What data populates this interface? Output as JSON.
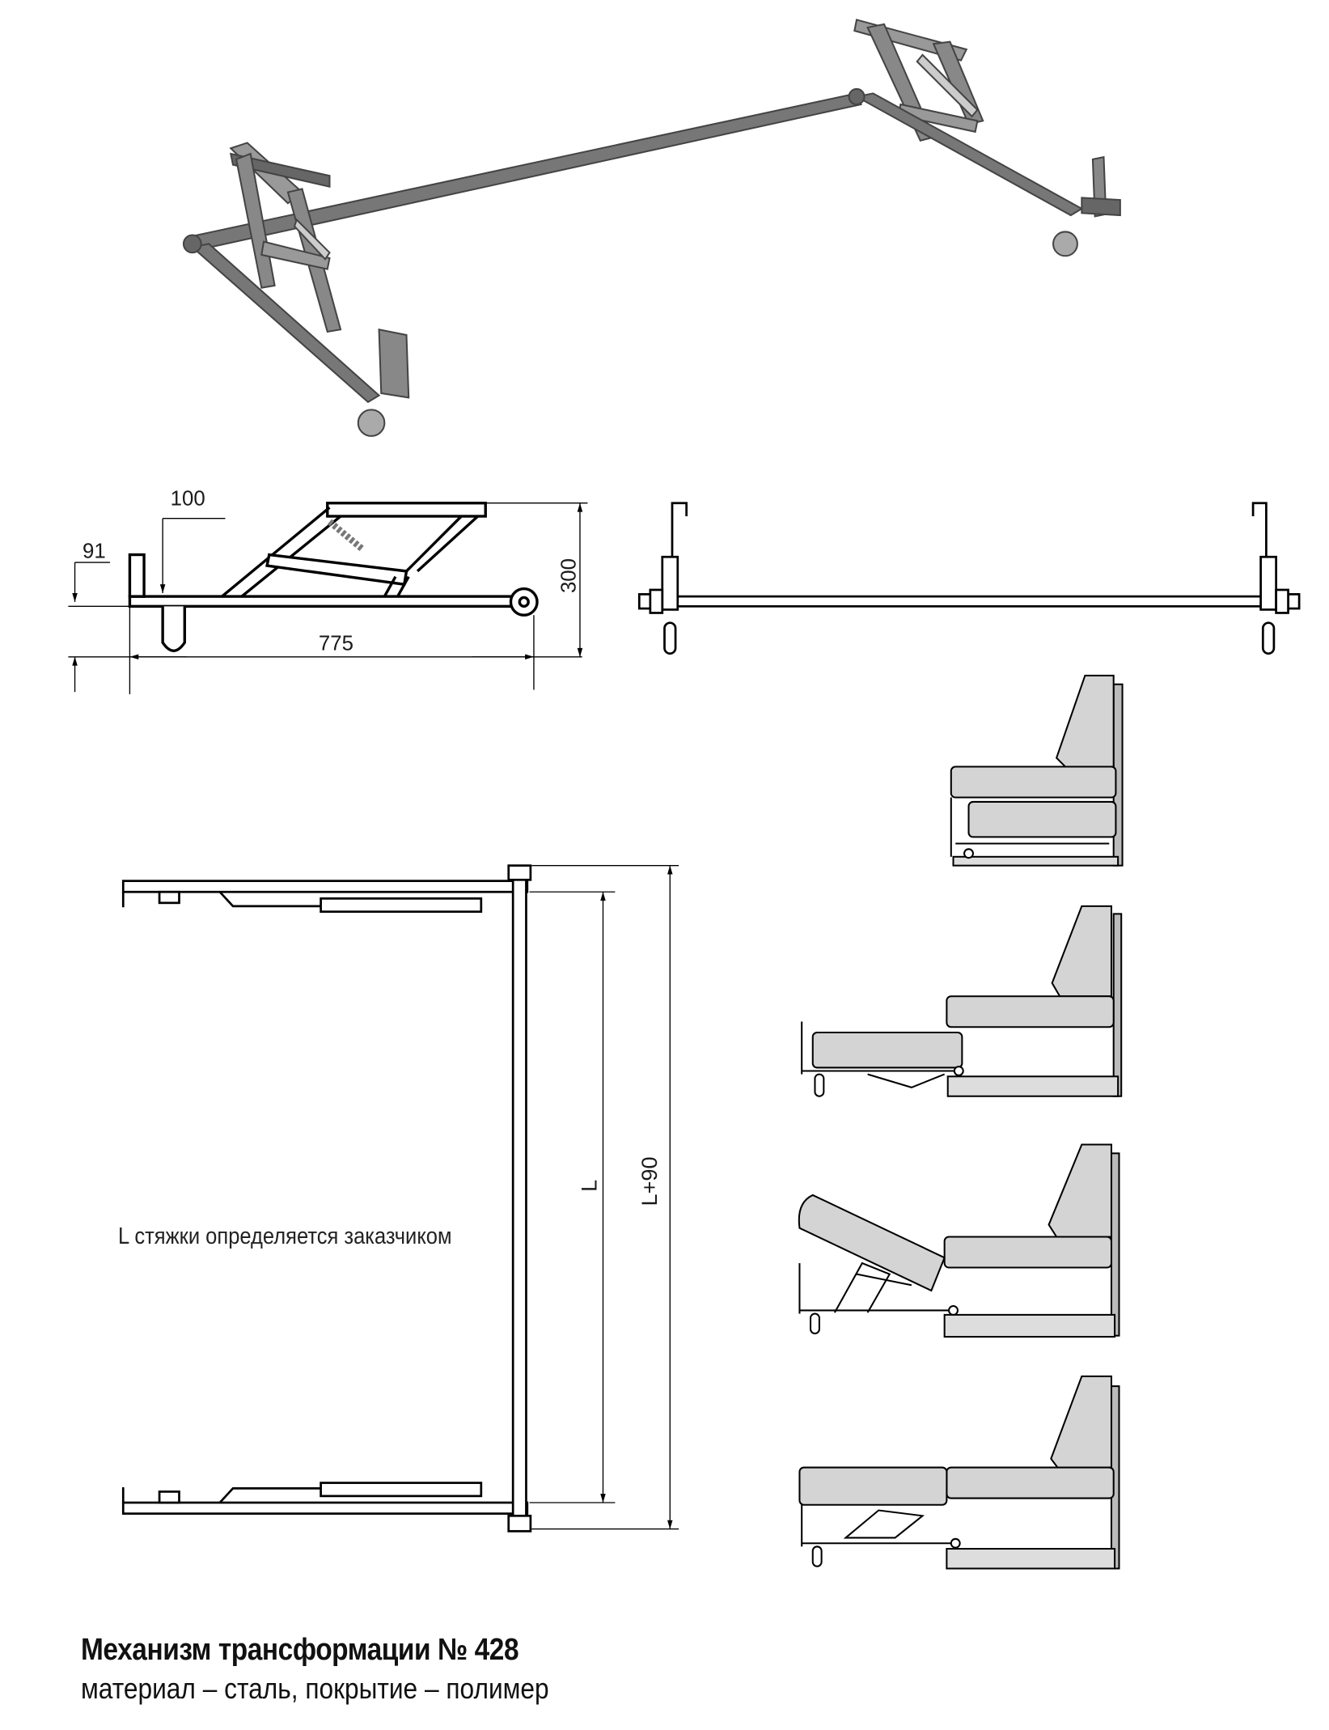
{
  "dimensions": {
    "side_offset": "100",
    "post_height": "91",
    "total_height": "300",
    "length": "775",
    "tie_length": "L",
    "overall_length": "L+90"
  },
  "caption": "L стяжки определяется заказчиком",
  "title": "Механизм трансформации № 428",
  "subtitle": "материал – сталь, покрытие – полимер"
}
